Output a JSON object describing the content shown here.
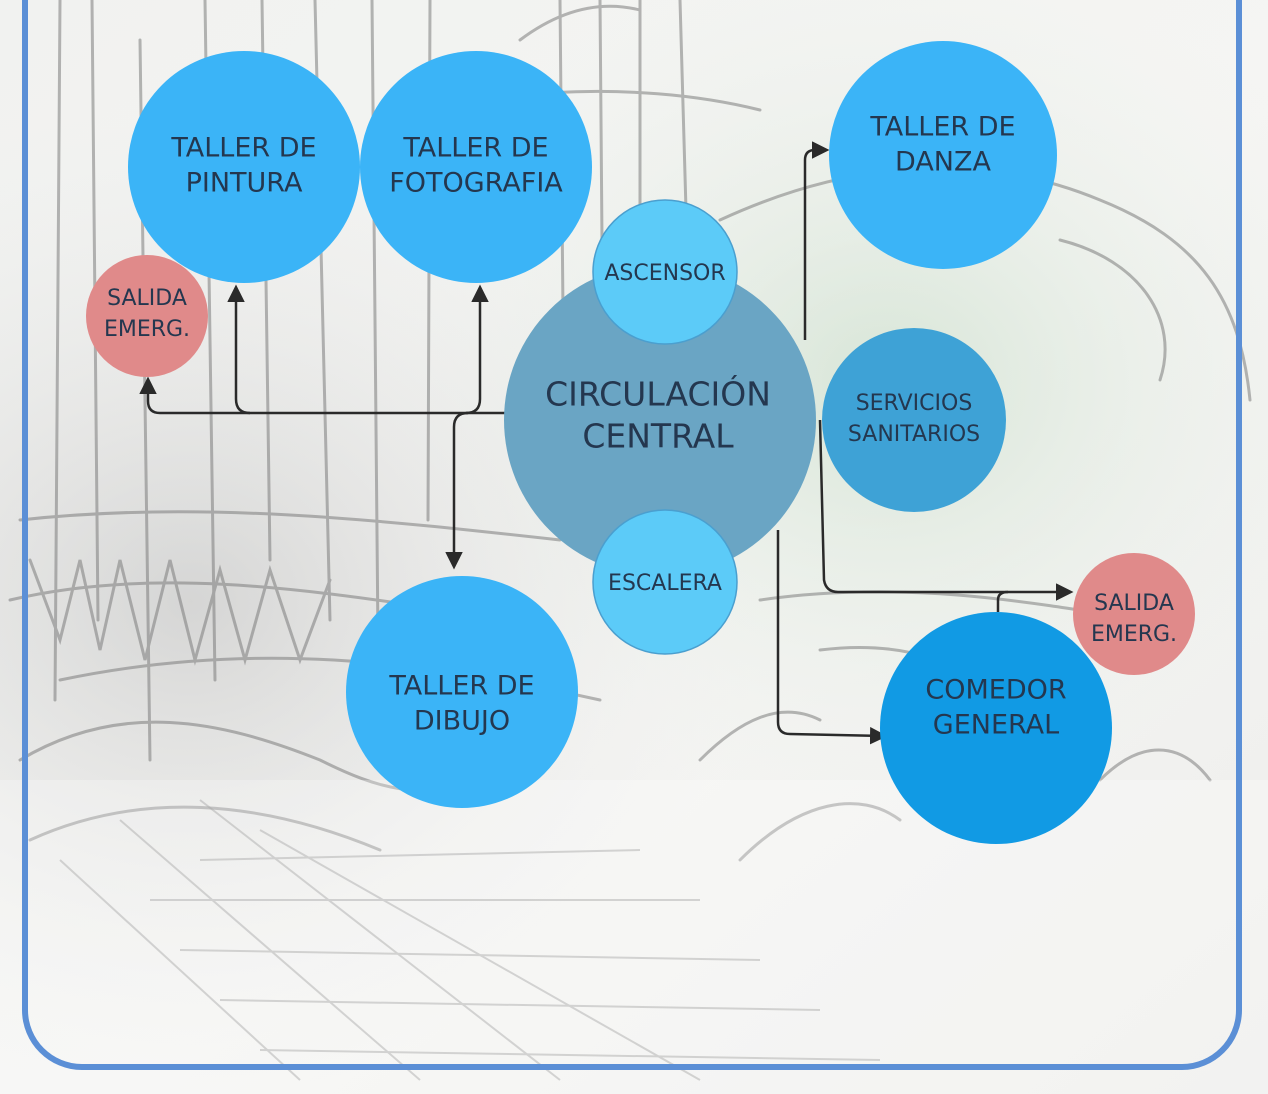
{
  "nodes": {
    "taller_pintura": {
      "line1": "TALLER DE",
      "line2": "PINTURA"
    },
    "taller_fotografia": {
      "line1": "TALLER DE",
      "line2": "FOTOGRAFIA"
    },
    "taller_danza": {
      "line1": "TALLER DE",
      "line2": "DANZA"
    },
    "salida_emerg_left": {
      "line1": "SALIDA",
      "line2": "EMERG."
    },
    "ascensor": {
      "line1": "ASCENSOR"
    },
    "circulacion_central": {
      "line1": "CIRCULACIÓN",
      "line2": "CENTRAL"
    },
    "servicios_sanitarios": {
      "line1": "SERVICIOS",
      "line2": "SANITARIOS"
    },
    "escalera": {
      "line1": "ESCALERA"
    },
    "salida_emerg_right": {
      "line1": "SALIDA",
      "line2": "EMERG."
    },
    "taller_dibujo": {
      "line1": "TALLER DE",
      "line2": "DIBUJO"
    },
    "comedor_general": {
      "line1": "COMEDOR",
      "line2": "GENERAL"
    }
  },
  "colors": {
    "taller": "#3bb4f7",
    "small_node": "#5ccbf8",
    "central": "#6aa5c4",
    "servicios": "#3ea2d6",
    "comedor": "#119ae4",
    "salida": "#e08a8a",
    "frame": "#5b8fd6",
    "arrow": "#2a2a2a"
  }
}
